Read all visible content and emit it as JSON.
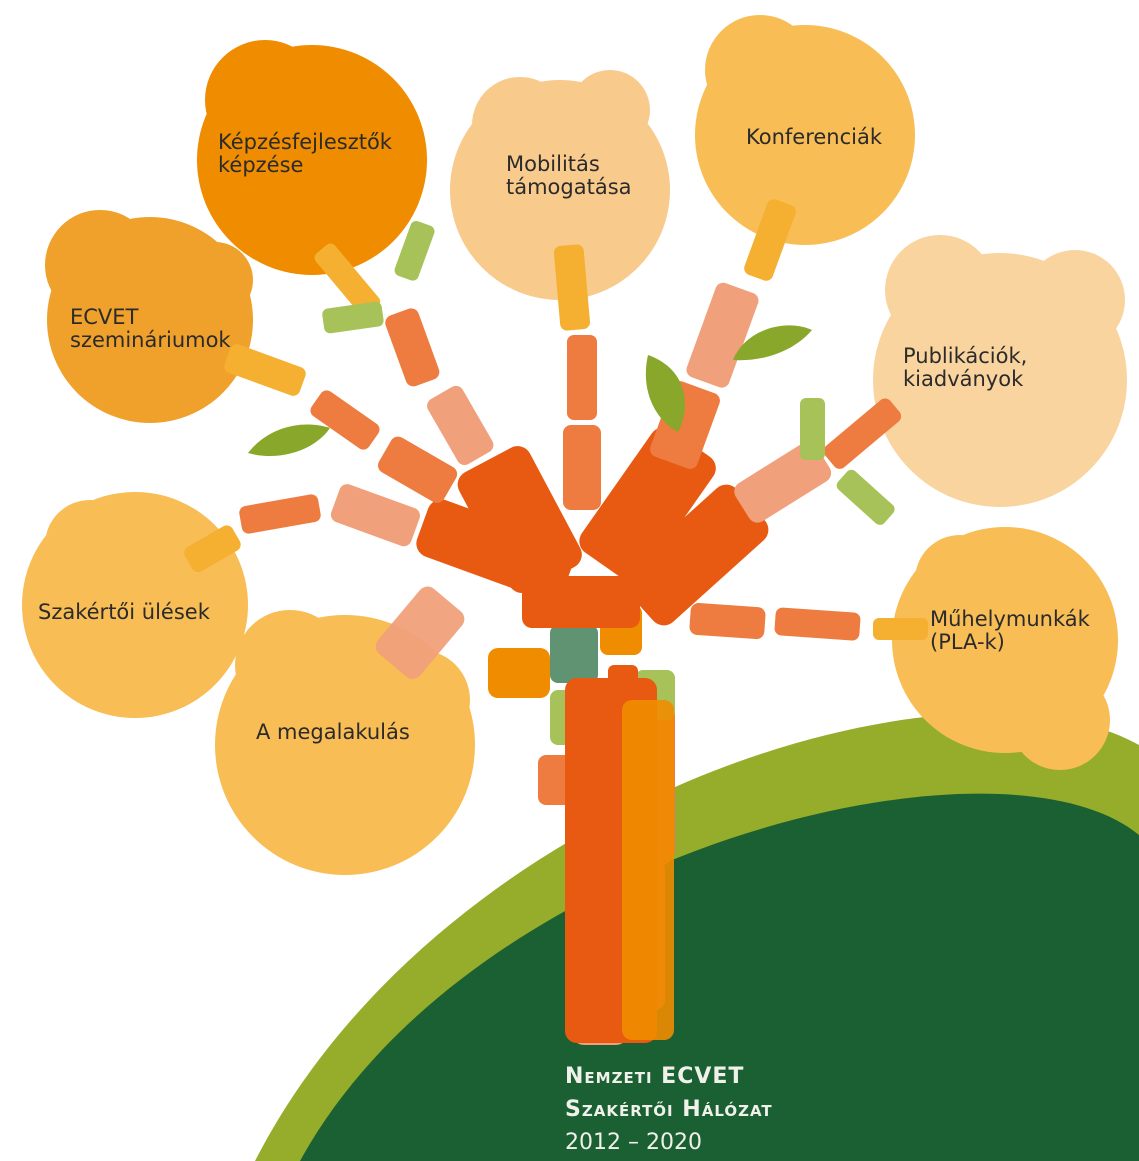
{
  "bubbles": [
    {
      "id": "kepzesfejlesztok",
      "lines": [
        "Képzésfejlesztők",
        "képzése"
      ],
      "color": "#ef8c00"
    },
    {
      "id": "mobilitas",
      "lines": [
        "Mobilitás",
        "támogatása"
      ],
      "color": "#f8cb8c"
    },
    {
      "id": "konferenciak",
      "lines": [
        "Konferenciák"
      ],
      "color": "#f8bd55"
    },
    {
      "id": "ecvet",
      "lines": [
        "ECVET",
        "szemináriumok"
      ],
      "color": "#f0a12b"
    },
    {
      "id": "publikaciok",
      "lines": [
        "Publikációk,",
        "kiadványok"
      ],
      "color": "#f9d49f"
    },
    {
      "id": "szakertoi",
      "lines": [
        "Szakértői ülések"
      ],
      "color": "#f8bd55"
    },
    {
      "id": "megalakulas",
      "lines": [
        "A megalakulás"
      ],
      "color": "#f8bd55"
    },
    {
      "id": "muhelymunkak",
      "lines": [
        "Műhelymunkák",
        "(PLA-k)"
      ],
      "color": "#f8bd55"
    }
  ],
  "brand": {
    "line1": "Nemzeti ECVET",
    "line2": "Szakértői Hálózat",
    "years": "2012 – 2020"
  },
  "colors": {
    "hill_green": "#95ad2a",
    "hill_dark": "#1b6032",
    "orange_dark": "#e85a12",
    "orange_mid": "#ee7b3f",
    "salmon": "#f0a07a",
    "amber": "#f5b032",
    "leaf_green": "#89a72a",
    "light_green": "#a8c25a",
    "teal": "#5f9372"
  }
}
